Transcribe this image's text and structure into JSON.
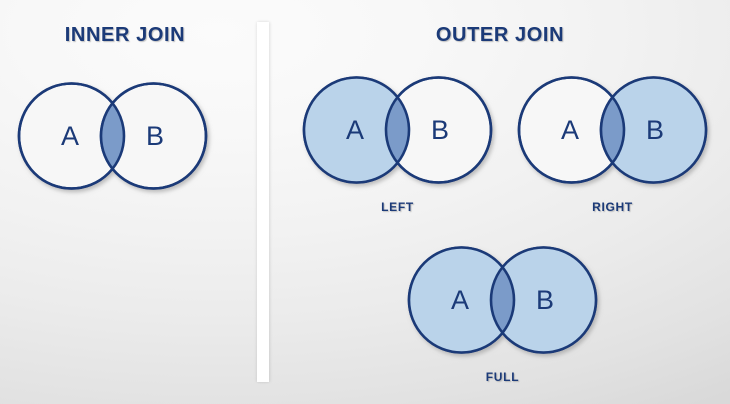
{
  "diagram": {
    "type": "sql-join-venn-diagrams",
    "background_color": "#f0f0f0",
    "accent_color": "#1b3a78",
    "fill_light": "#bad3ea",
    "fill_overlap": "#7b9bc9",
    "stroke_color": "#1b3a78",
    "sections": [
      {
        "id": "inner",
        "title": "INNER JOIN"
      },
      {
        "id": "outer",
        "title": "OUTER JOIN"
      }
    ],
    "venns": [
      {
        "id": "inner-join",
        "label": "",
        "set_a": "A",
        "set_b": "B",
        "a_filled": false,
        "b_filled": false,
        "overlap_filled": true
      },
      {
        "id": "left-outer-join",
        "label": "LEFT",
        "set_a": "A",
        "set_b": "B",
        "a_filled": true,
        "b_filled": false,
        "overlap_filled": true
      },
      {
        "id": "right-outer-join",
        "label": "RIGHT",
        "set_a": "A",
        "set_b": "B",
        "a_filled": false,
        "b_filled": true,
        "overlap_filled": true
      },
      {
        "id": "full-outer-join",
        "label": "FULL",
        "set_a": "A",
        "set_b": "B",
        "a_filled": true,
        "b_filled": true,
        "overlap_filled": true
      }
    ]
  }
}
